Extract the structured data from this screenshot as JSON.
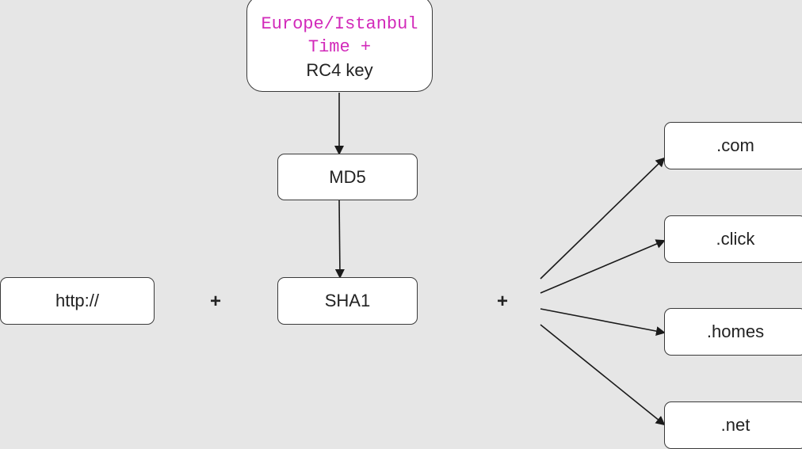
{
  "nodes": {
    "seed": {
      "line1": "Europe/Istanbul",
      "line2": "Time +",
      "line3": "RC4 key"
    },
    "md5": "MD5",
    "sha1": "SHA1",
    "scheme": "http://",
    "tlds": [
      ".com",
      ".click",
      ".homes",
      ".net"
    ]
  },
  "operators": {
    "plus_left": "+",
    "plus_right": "+"
  },
  "colors": {
    "background": "#e6e6e6",
    "node_fill": "#ffffff",
    "node_border": "#3a3a3a",
    "highlight_text": "#d22aba",
    "text": "#222222"
  }
}
